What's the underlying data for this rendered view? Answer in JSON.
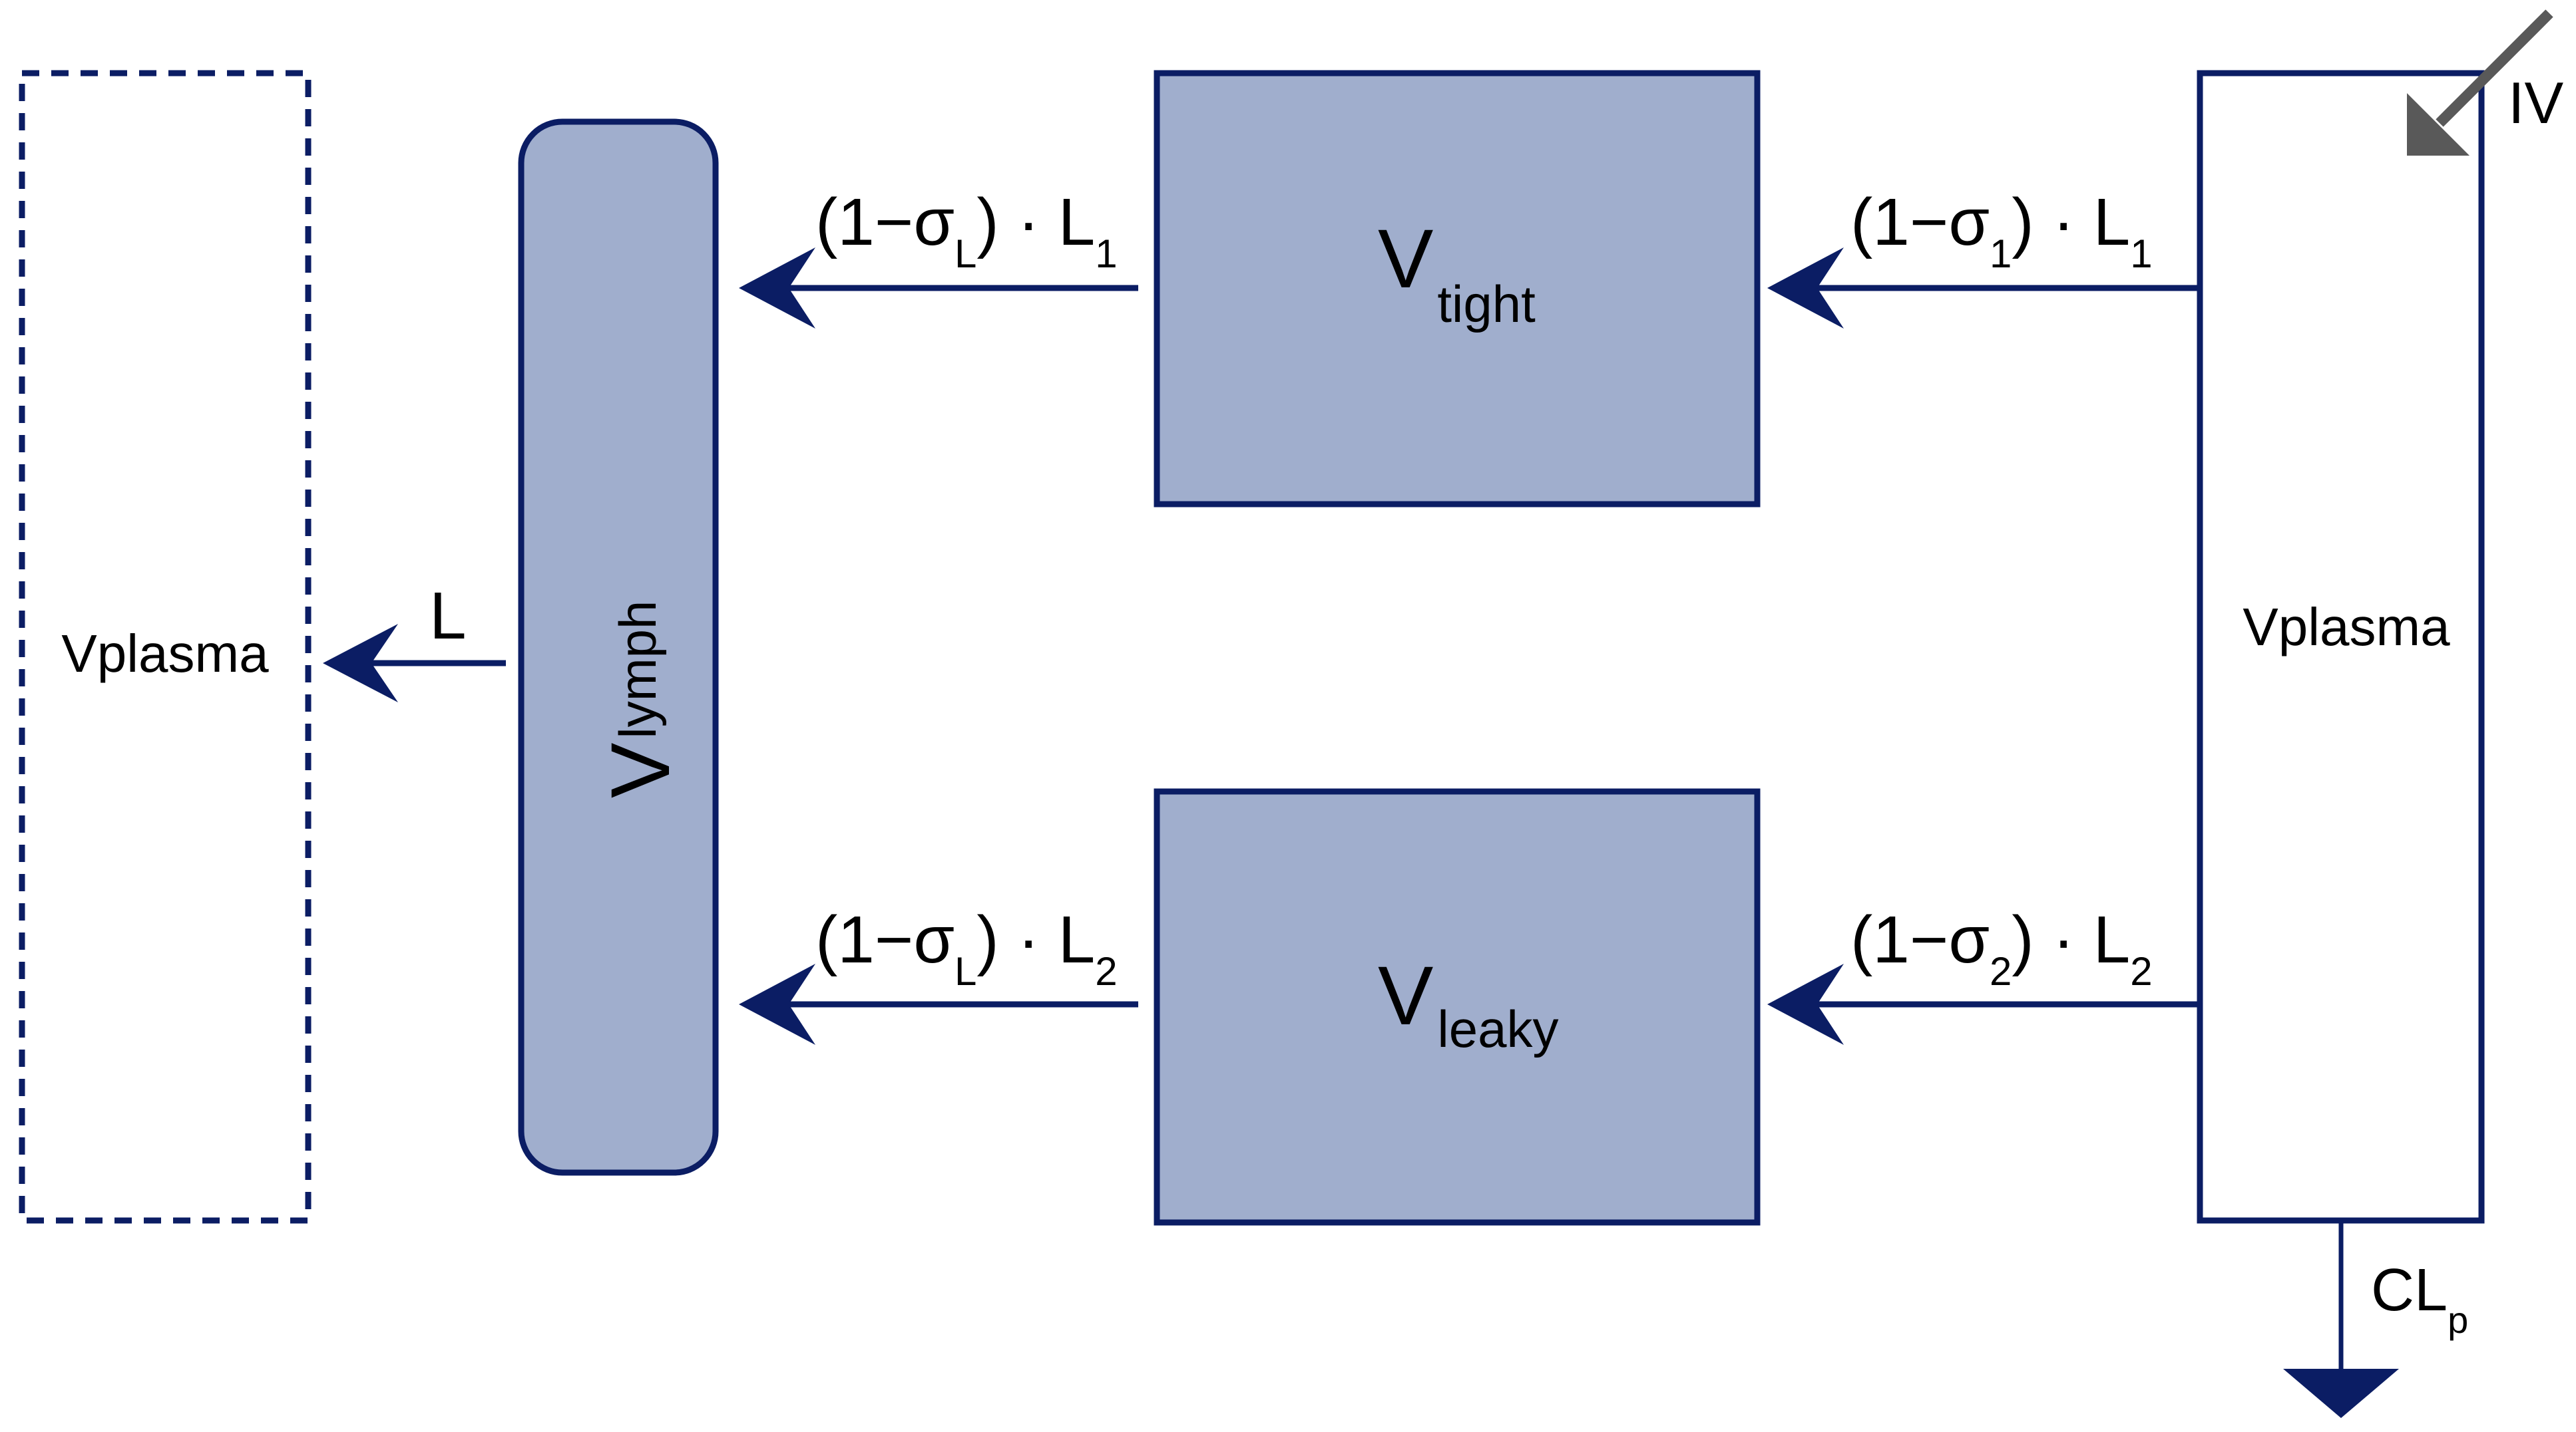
{
  "colors": {
    "navy": "#0b1d64",
    "box_fill": "#a0aecd",
    "iv_arrow": "#595959"
  },
  "labels": {
    "v_main": "V",
    "tight_sub": "tight",
    "leaky_sub": "leaky",
    "lymph_sub": "lymph",
    "vplasma_right": "Vplasma",
    "vplasma_left": "Vplasma",
    "iv": "IV",
    "l": "L",
    "cl": "CL",
    "cl_sub": "p"
  },
  "flows": {
    "open": "(1−σ",
    "close": ") · L",
    "sigma_1": "1",
    "sigma_2": "2",
    "sigma_l": "L",
    "l_1": "1",
    "l_2": "2"
  }
}
